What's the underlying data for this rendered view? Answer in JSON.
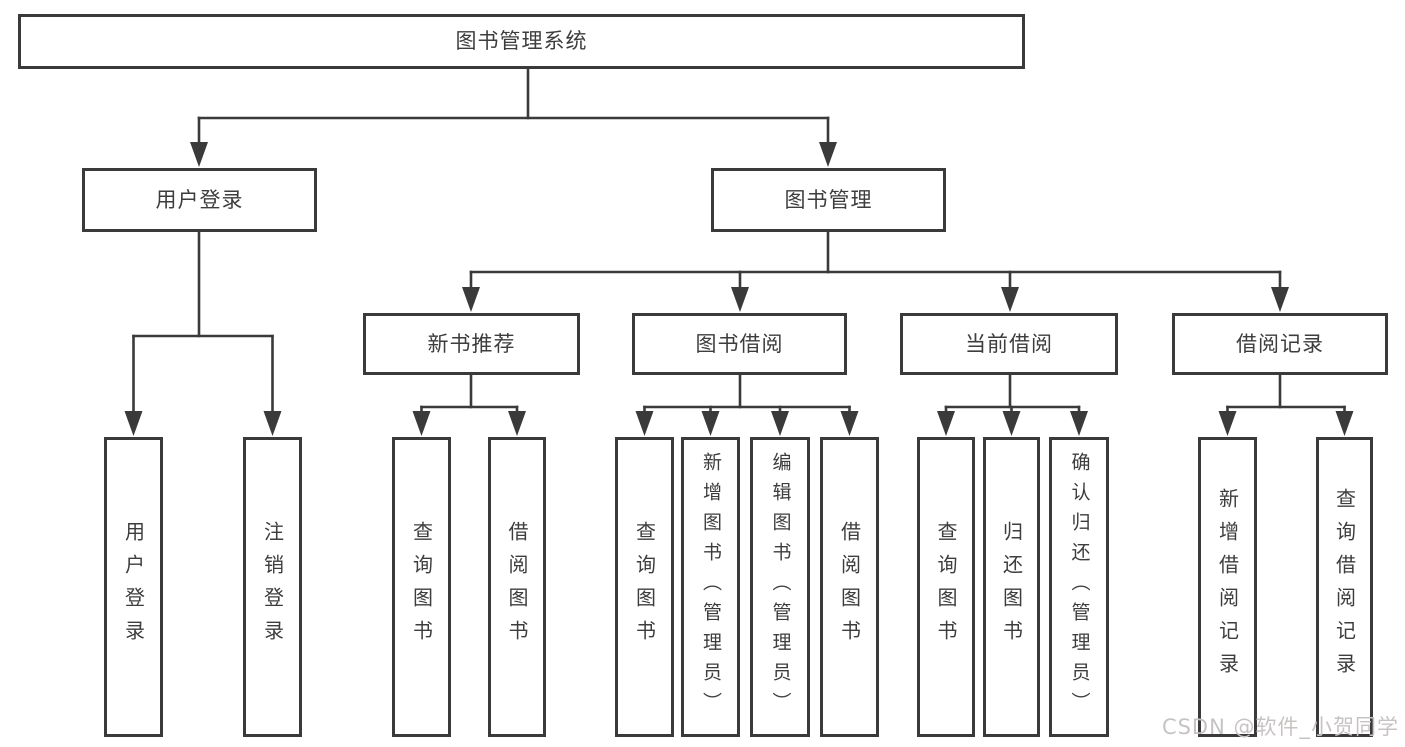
{
  "diagram": {
    "colors": {
      "line": "#3a3a3a",
      "text": "#3d3d3d",
      "background": "#ffffff",
      "watermark": "#c8c3c3"
    },
    "root": {
      "label": "图书管理系统"
    },
    "level2": [
      {
        "label": "用户登录"
      },
      {
        "label": "图书管理"
      }
    ],
    "level3": [
      {
        "label": "新书推荐"
      },
      {
        "label": "图书借阅"
      },
      {
        "label": "当前借阅"
      },
      {
        "label": "借阅记录"
      }
    ],
    "leaves": {
      "user_login": [
        "用户登录",
        "注销登录"
      ],
      "new_book": [
        "查询图书",
        "借阅图书"
      ],
      "book_borrow": [
        "查询图书",
        "新增图书（管理员）",
        "编辑图书（管理员）",
        "借阅图书"
      ],
      "current_borrow": [
        "查询图书",
        "归还图书",
        "确认归还（管理员）"
      ],
      "borrow_record": [
        "新增借阅记录",
        "查询借阅记录"
      ]
    },
    "watermark": "CSDN @软件_小贺同学"
  }
}
